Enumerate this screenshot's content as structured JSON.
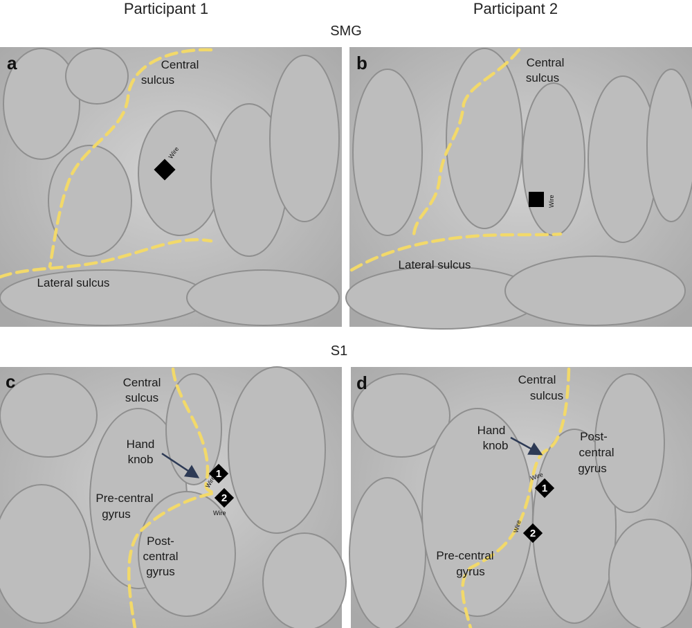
{
  "headers": {
    "participant1": "Participant 1",
    "participant2": "Participant 2",
    "smg": "SMG",
    "s1": "S1"
  },
  "panels": {
    "a": {
      "letter": "a",
      "central": [
        "Central",
        "sulcus"
      ],
      "lateral": "Lateral sulcus",
      "wire": "Wire"
    },
    "b": {
      "letter": "b",
      "central": [
        "Central",
        "sulcus"
      ],
      "lateral": "Lateral sulcus",
      "wire": "Wire"
    },
    "c": {
      "letter": "c",
      "central": [
        "Central",
        "sulcus"
      ],
      "hand": [
        "Hand",
        "knob"
      ],
      "pre": [
        "Pre-central",
        "gyrus"
      ],
      "post": [
        "Post-",
        "central",
        "gyrus"
      ],
      "wire": "Wire",
      "n1": "1",
      "n2": "2"
    },
    "d": {
      "letter": "d",
      "central": [
        "Central",
        "sulcus"
      ],
      "hand": [
        "Hand",
        "knob"
      ],
      "pre": [
        "Pre-central",
        "gyrus"
      ],
      "post": [
        "Post-",
        "central",
        "gyrus"
      ],
      "wire": "Wire",
      "n1": "1",
      "n2": "2"
    }
  },
  "colors": {
    "sulcus_line": "#f2d96a",
    "brain": "#c4c4c4"
  }
}
